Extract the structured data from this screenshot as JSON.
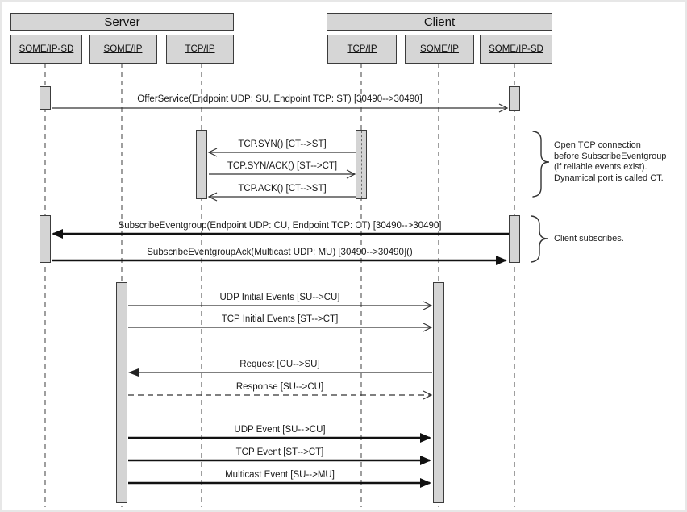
{
  "groups": [
    {
      "label": "Server"
    },
    {
      "label": "Client"
    }
  ],
  "participants": [
    {
      "label": "SOME/IP-SD",
      "group": "Server"
    },
    {
      "label": "SOME/IP",
      "group": "Server"
    },
    {
      "label": "TCP/IP",
      "group": "Server"
    },
    {
      "label": "TCP/IP",
      "group": "Client"
    },
    {
      "label": "SOME/IP",
      "group": "Client"
    },
    {
      "label": "SOME/IP-SD",
      "group": "Client"
    }
  ],
  "messages": [
    {
      "label": "OfferService(Endpoint UDP: SU, Endpoint TCP: ST) [30490-->30490]",
      "from": "server SOME/IP-SD",
      "to": "client SOME/IP-SD",
      "line": "solid-thin",
      "arrow": "open"
    },
    {
      "label": "TCP.SYN() [CT-->ST]",
      "from": "client TCP/IP",
      "to": "server TCP/IP",
      "line": "solid-thin",
      "arrow": "open"
    },
    {
      "label": "TCP.SYN/ACK() [ST-->CT]",
      "from": "server TCP/IP",
      "to": "client TCP/IP",
      "line": "solid-thin",
      "arrow": "open"
    },
    {
      "label": "TCP.ACK() [CT-->ST]",
      "from": "client TCP/IP",
      "to": "server TCP/IP",
      "line": "solid-thin",
      "arrow": "open"
    },
    {
      "label": "SubscribeEventgroup(Endpoint UDP: CU, Endpoint TCP: CT) [30490-->30490]",
      "from": "client SOME/IP-SD",
      "to": "server SOME/IP-SD",
      "line": "solid-thick",
      "arrow": "filled"
    },
    {
      "label": "SubscribeEventgroupAck(Multicast UDP: MU) [30490-->30490]()",
      "from": "server SOME/IP-SD",
      "to": "client SOME/IP-SD",
      "line": "solid-thick",
      "arrow": "filled"
    },
    {
      "label": "UDP Initial Events [SU-->CU]",
      "from": "server SOME/IP",
      "to": "client SOME/IP",
      "line": "solid-thin",
      "arrow": "open"
    },
    {
      "label": "TCP Initial Events [ST-->CT]",
      "from": "server SOME/IP",
      "to": "client SOME/IP",
      "line": "solid-thin",
      "arrow": "open"
    },
    {
      "label": "Request [CU-->SU]",
      "from": "client SOME/IP",
      "to": "server SOME/IP",
      "line": "solid-thin",
      "arrow": "filled"
    },
    {
      "label": "Response [SU-->CU]",
      "from": "server SOME/IP",
      "to": "client SOME/IP",
      "line": "dashed",
      "arrow": "open"
    },
    {
      "label": "UDP Event [SU-->CU]",
      "from": "server SOME/IP",
      "to": "client SOME/IP",
      "line": "solid-thick",
      "arrow": "filled"
    },
    {
      "label": "TCP Event [ST-->CT]",
      "from": "server SOME/IP",
      "to": "client SOME/IP",
      "line": "solid-thick",
      "arrow": "filled"
    },
    {
      "label": "Multicast Event [SU-->MU]",
      "from": "server SOME/IP",
      "to": "client SOME/IP",
      "line": "solid-thick",
      "arrow": "filled"
    }
  ],
  "annotations": [
    {
      "lines": [
        "Open TCP connection",
        "before SubscribeEventgroup",
        "(if reliable events exist).",
        "Dynamical port is called CT."
      ]
    },
    {
      "lines": [
        "Client subscribes."
      ]
    }
  ],
  "colors": {
    "box_fill": "#d6d6d6",
    "box_border": "#3c3c3c",
    "line": "#333333",
    "thick_line": "#111111"
  }
}
